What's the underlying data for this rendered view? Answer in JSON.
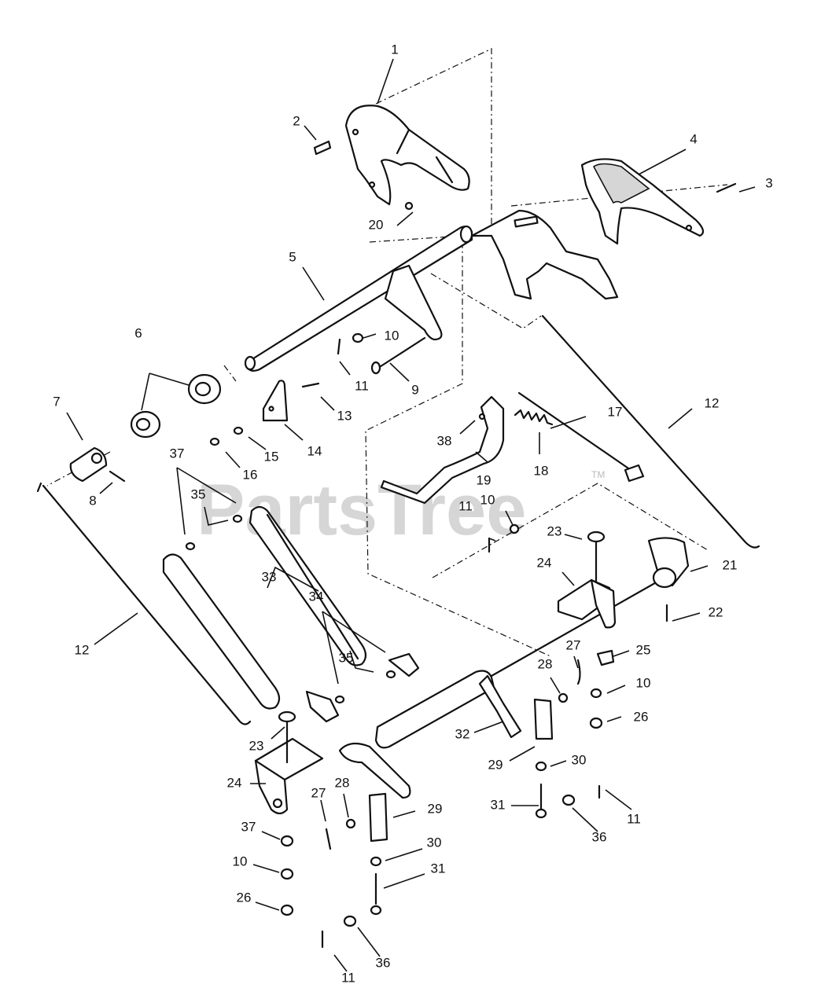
{
  "watermark": {
    "text": "PartsTree",
    "tm": "TM"
  },
  "callouts": {
    "c1": "1",
    "c2": "2",
    "c3": "3",
    "c4": "4",
    "c5": "5",
    "c6": "6",
    "c7": "7",
    "c8": "8",
    "c9": "9",
    "c10a": "10",
    "c10b": "10",
    "c10c": "10",
    "c10d": "10",
    "c11a": "11",
    "c11b": "11",
    "c11c": "11",
    "c11d": "11",
    "c12a": "12",
    "c12b": "12",
    "c13": "13",
    "c14": "14",
    "c15": "15",
    "c16": "16",
    "c17": "17",
    "c18": "18",
    "c19": "19",
    "c20": "20",
    "c21": "21",
    "c22": "22",
    "c23a": "23",
    "c23b": "23",
    "c24a": "24",
    "c24b": "24",
    "c25": "25",
    "c26a": "26",
    "c26b": "26",
    "c27a": "27",
    "c27b": "27",
    "c28a": "28",
    "c28b": "28",
    "c29a": "29",
    "c29b": "29",
    "c30a": "30",
    "c30b": "30",
    "c31a": "31",
    "c31b": "31",
    "c32": "32",
    "c33": "33",
    "c34": "34",
    "c35a": "35",
    "c35b": "35",
    "c36a": "36",
    "c36b": "36",
    "c37a": "37",
    "c37b": "37",
    "c38": "38"
  }
}
